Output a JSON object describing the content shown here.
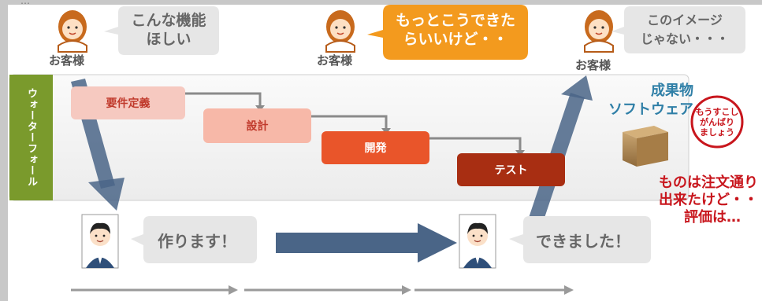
{
  "top_fragment": "…",
  "customers": [
    {
      "label": "お客様",
      "bubble": "こんな機能\nほしい"
    },
    {
      "label": "お客様",
      "bubble": "もっとこうできた\nらいいけど・・"
    },
    {
      "label": "お客様",
      "bubble": "このイメージ\nじゃない・・・"
    }
  ],
  "waterfall": {
    "label": "ウォーターフォール",
    "steps": [
      "要件定義",
      "設計",
      "開発",
      "テスト"
    ]
  },
  "product": {
    "title_line1": "成果物",
    "title_line2": "ソフトウェア"
  },
  "stamp": {
    "line1": "もうすこし",
    "line2": "がんばり",
    "line3": "ましょう"
  },
  "result": {
    "line1": "ものは注文通り",
    "line2": "出来たけど・・",
    "line3": "評価は…"
  },
  "developers": [
    {
      "speech": "作ります！"
    },
    {
      "speech": "できました！"
    }
  ],
  "colors": {
    "green": "#7a9a2c",
    "step1": "#f6c9c0",
    "step2": "#f7b8a8",
    "step3": "#e9552a",
    "step4": "#a82e12",
    "arrow": "#4a6587",
    "product_blue": "#2f7fa7",
    "red": "#c8161d"
  }
}
